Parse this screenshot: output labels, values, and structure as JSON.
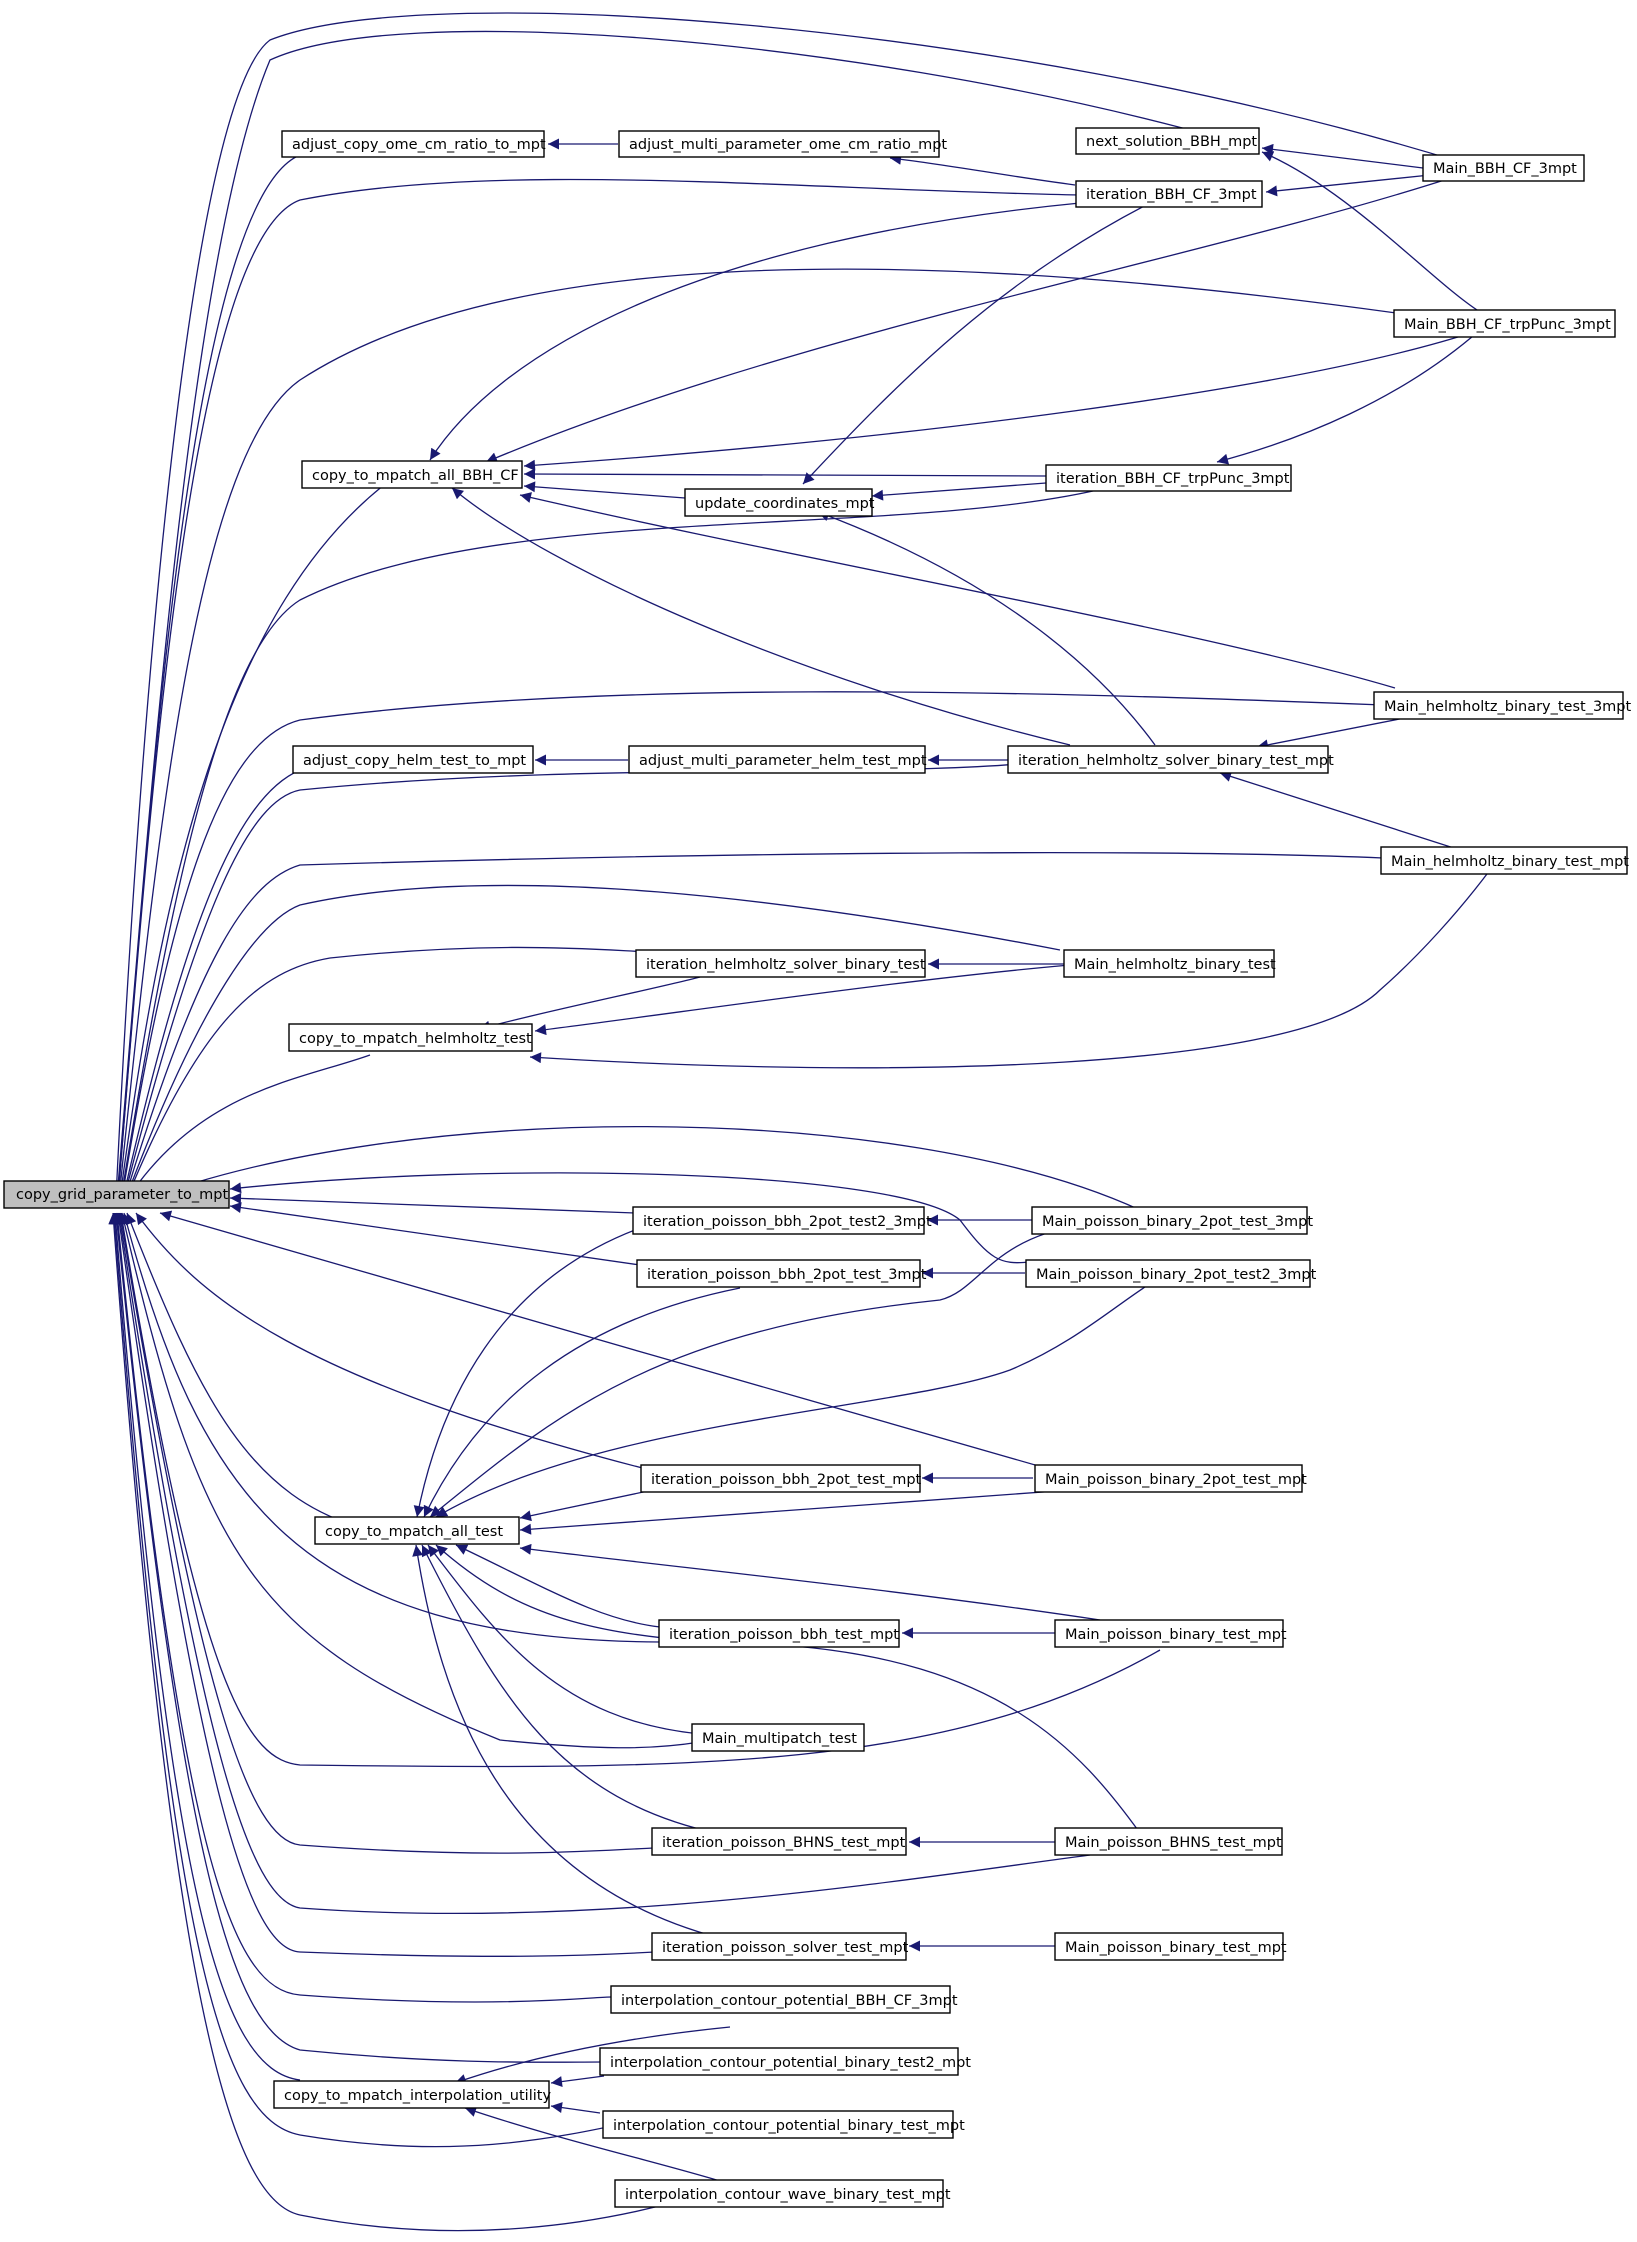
{
  "root": "copy_grid_parameter_to_mpt",
  "nodes": {
    "n_root": "copy_grid_parameter_to_mpt",
    "n_acocr": "adjust_copy_ome_cm_ratio_to_mpt",
    "n_amocr": "adjust_multi_parameter_ome_cm_ratio_mpt",
    "n_nsb": "next_solution_BBH_mpt",
    "n_ibcf": "iteration_BBH_CF_3mpt",
    "n_mbcf": "Main_BBH_CF_3mpt",
    "n_mbcft": "Main_BBH_CF_trpPunc_3mpt",
    "n_ctmabc": "copy_to_mpatch_all_BBH_CF",
    "n_ibcft": "iteration_BBH_CF_trpPunc_3mpt",
    "n_ucm": "update_coordinates_mpt",
    "n_mhbt3": "Main_helmholtz_binary_test_3mpt",
    "n_achtm": "adjust_copy_helm_test_to_mpt",
    "n_amphtm": "adjust_multi_parameter_helm_test_mpt",
    "n_ihsbtm": "iteration_helmholtz_solver_binary_test_mpt",
    "n_mhbtm": "Main_helmholtz_binary_test_mpt",
    "n_ihsbt": "iteration_helmholtz_solver_binary_test",
    "n_mhbt": "Main_helmholtz_binary_test",
    "n_ctmht": "copy_to_mpatch_helmholtz_test",
    "n_ipb2t23": "iteration_poisson_bbh_2pot_test2_3mpt",
    "n_mpb2t3": "Main_poisson_binary_2pot_test_3mpt",
    "n_ipb2t3": "iteration_poisson_bbh_2pot_test_3mpt",
    "n_mpb2t23": "Main_poisson_binary_2pot_test2_3mpt",
    "n_ipb2tm": "iteration_poisson_bbh_2pot_test_mpt",
    "n_mpb2tm": "Main_poisson_binary_2pot_test_mpt",
    "n_ctmat": "copy_to_mpatch_all_test",
    "n_ipbtm": "iteration_poisson_bbh_test_mpt",
    "n_mpbtm": "Main_poisson_binary_test_mpt",
    "n_mmt": "Main_multipatch_test",
    "n_ipbhns": "iteration_poisson_BHNS_test_mpt",
    "n_mpbhns": "Main_poisson_BHNS_test_mpt",
    "n_ipstm": "iteration_poisson_solver_test_mpt",
    "n_mpbtm2": "Main_poisson_binary_test_mpt",
    "n_icpbcf": "interpolation_contour_potential_BBH_CF_3mpt",
    "n_icpbt2": "interpolation_contour_potential_binary_test2_mpt",
    "n_ctmiu": "copy_to_mpatch_interpolation_utility",
    "n_icpbt": "interpolation_contour_potential_binary_test_mpt",
    "n_icwbt": "interpolation_contour_wave_binary_test_mpt"
  }
}
